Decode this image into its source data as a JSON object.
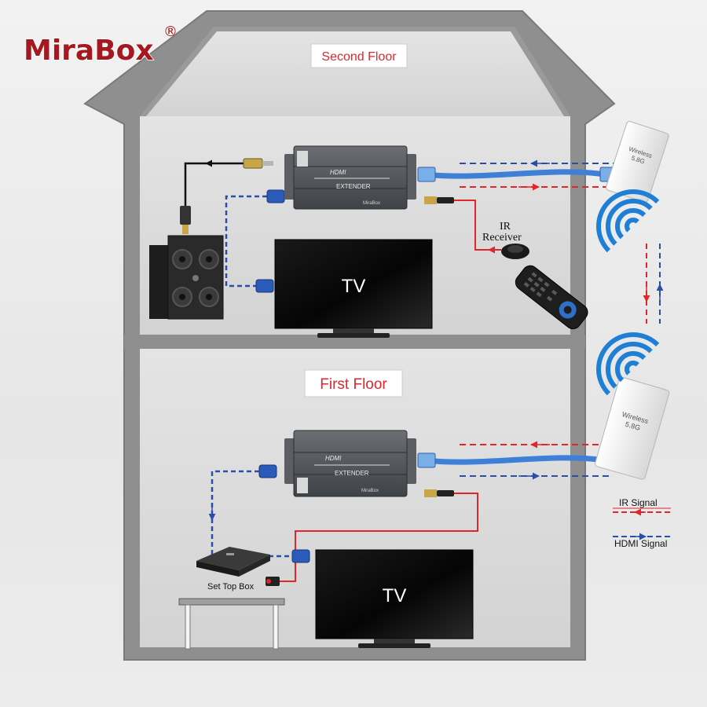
{
  "brand": {
    "logo_text": "MiraBox",
    "registered_mark": "®",
    "logo_color": "#a3191f"
  },
  "floors": {
    "second": {
      "label": "Second Floor",
      "tv_label": "TV",
      "ir_receiver_label_1": "IR",
      "ir_receiver_label_2": "Receiver",
      "extender": {
        "line1": "HDMI",
        "line2": "EXTENDER",
        "brand": "MiraBox"
      }
    },
    "first": {
      "label": "First Floor",
      "tv_label": "TV",
      "set_top_box_label": "Set Top Box",
      "extender": {
        "line1": "HDMI",
        "line2": "EXTENDER",
        "brand": "MiraBox"
      }
    }
  },
  "wireless_units": {
    "upper": {
      "line1": "Wireless",
      "line2": "5.8G"
    },
    "lower": {
      "line1": "Wireless",
      "line2": "5.8G"
    }
  },
  "legend": {
    "ir_signal": "IR Signal",
    "hdmi_signal": "HDMI Signal"
  },
  "colors": {
    "ir_signal": "#e0262b",
    "hdmi_signal": "#2b4fa8",
    "cable_blue": "#3f7fd6",
    "wifi_blue": "#1f7fd6",
    "floor_label_red": "#e0262b",
    "wall_gray": "#8e8e8e",
    "room_fill": "#d9d9d9"
  }
}
